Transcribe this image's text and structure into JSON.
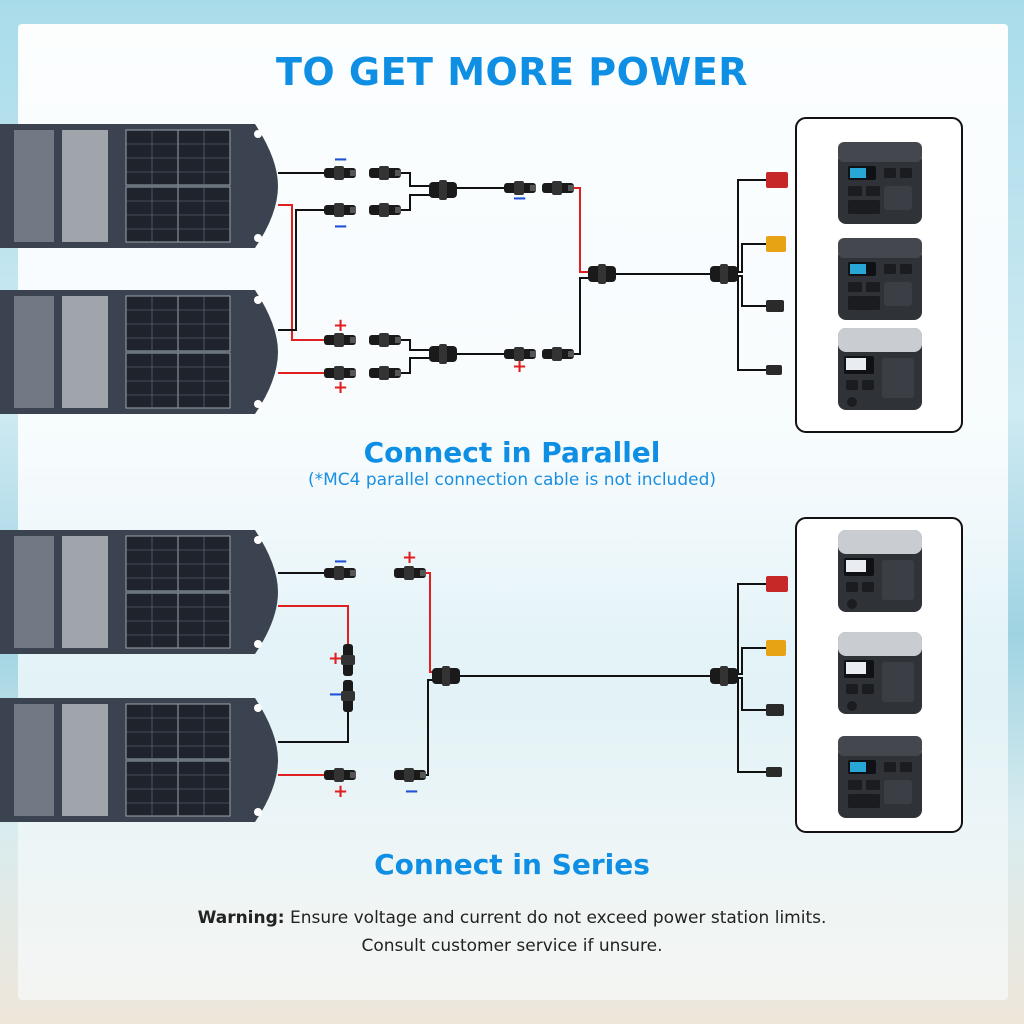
{
  "header": {
    "title": "TO GET MORE POWER"
  },
  "parallel": {
    "title": "Connect in Parallel",
    "note": "(*MC4 parallel connection cable is not included)"
  },
  "series": {
    "title": "Connect in Series"
  },
  "warning": {
    "label": "Warning:",
    "line1": " Ensure voltage and current do not exceed power station limits.",
    "line2": "Consult customer service if unsure."
  },
  "symbols": {
    "minus": "−",
    "plus": "+"
  },
  "colors": {
    "accent": "#0f8fe4",
    "positive_wire": "#e02020",
    "negative_wire": "#111111",
    "minus_sign": "#1f4fd6",
    "plus_sign": "#e02020",
    "panel": "#3c4350"
  }
}
